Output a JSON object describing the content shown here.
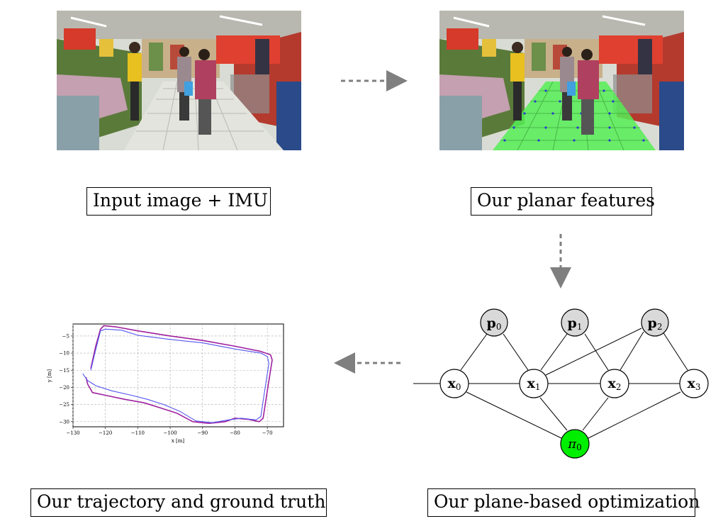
{
  "captions": {
    "input": "Input image + IMU",
    "planar": "Our planar features",
    "trajectory": "Our trajectory and ground truth",
    "optimization": "Our plane-based optimization"
  },
  "graph": {
    "landmarks": [
      {
        "base": "p",
        "sub": "0"
      },
      {
        "base": "p",
        "sub": "1"
      },
      {
        "base": "p",
        "sub": "2"
      }
    ],
    "poses": [
      {
        "base": "x",
        "sub": "0"
      },
      {
        "base": "x",
        "sub": "1"
      },
      {
        "base": "x",
        "sub": "2"
      },
      {
        "base": "x",
        "sub": "3"
      }
    ],
    "plane": {
      "base": "π",
      "sub": "0"
    },
    "plane_color": "#00ee00",
    "landmark_color": "#d9d9d9"
  },
  "chart_data": {
    "type": "line",
    "xlabel": "x [m]",
    "ylabel": "y [m]",
    "xlim": [
      -130,
      -65
    ],
    "ylim": [
      -31.5,
      -1.5
    ],
    "xticks": [
      -130,
      -120,
      -110,
      -100,
      -90,
      -80,
      -70
    ],
    "yticks": [
      -5,
      -10,
      -15,
      -20,
      -25,
      -30
    ],
    "xtick_labels": [
      "−130",
      "−120",
      "−110",
      "−100",
      "−90",
      "−80",
      "−70"
    ],
    "ytick_labels": [
      "−5",
      "−10",
      "−15",
      "−20",
      "−25",
      "−30"
    ],
    "grid": true,
    "series": [
      {
        "color": "#a020a0",
        "points": [
          [
            -124.5,
            -14.5
          ],
          [
            -123,
            -8
          ],
          [
            -121.5,
            -3
          ],
          [
            -120.5,
            -2
          ],
          [
            -117,
            -2.3
          ],
          [
            -110,
            -3.5
          ],
          [
            -100,
            -5
          ],
          [
            -90,
            -6.3
          ],
          [
            -80,
            -8
          ],
          [
            -72,
            -9.5
          ],
          [
            -69,
            -10.5
          ],
          [
            -68.5,
            -12
          ],
          [
            -69.5,
            -18
          ],
          [
            -70.5,
            -24
          ],
          [
            -71.3,
            -29
          ],
          [
            -72.5,
            -30
          ],
          [
            -76,
            -29.3
          ],
          [
            -80,
            -29
          ],
          [
            -83,
            -30
          ],
          [
            -88,
            -30.5
          ],
          [
            -93,
            -30
          ],
          [
            -98,
            -27.5
          ],
          [
            -103,
            -26
          ],
          [
            -108,
            -24.5
          ],
          [
            -114,
            -23.5
          ],
          [
            -119,
            -22.5
          ],
          [
            -124,
            -21.5
          ],
          [
            -125.5,
            -19
          ],
          [
            -126,
            -17
          ]
        ]
      },
      {
        "color": "#5555ee",
        "points": [
          [
            -124.5,
            -15
          ],
          [
            -123,
            -9
          ],
          [
            -121.5,
            -3.5
          ],
          [
            -120,
            -3
          ],
          [
            -115,
            -3.3
          ],
          [
            -110,
            -4.8
          ],
          [
            -100,
            -6
          ],
          [
            -90,
            -7
          ],
          [
            -80,
            -8.8
          ],
          [
            -72,
            -10
          ],
          [
            -70,
            -11
          ],
          [
            -69.5,
            -13
          ],
          [
            -70.5,
            -19
          ],
          [
            -71.3,
            -24
          ],
          [
            -72,
            -28.5
          ],
          [
            -73.5,
            -29.5
          ],
          [
            -78,
            -29
          ],
          [
            -82,
            -29.5
          ],
          [
            -87,
            -30.3
          ],
          [
            -92,
            -29.8
          ],
          [
            -97,
            -27
          ],
          [
            -102,
            -25
          ],
          [
            -107,
            -23.5
          ],
          [
            -112,
            -22.3
          ],
          [
            -118,
            -21
          ],
          [
            -123,
            -19.5
          ],
          [
            -125.5,
            -18
          ],
          [
            -127,
            -16
          ]
        ]
      }
    ]
  }
}
